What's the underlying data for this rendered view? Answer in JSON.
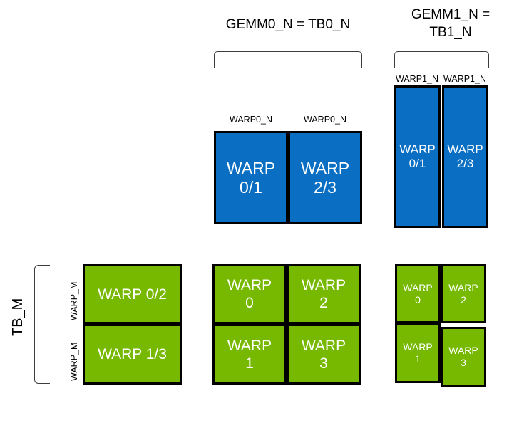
{
  "diagram": {
    "title_gemm0": "GEMM0_N = TB0_N",
    "title_gemm1_line1": "GEMM1_N =",
    "title_gemm1_line2": "TB1_N",
    "tb_m_label": "TB_M",
    "warp_m_label_top": "WARP_M",
    "warp_m_label_bottom": "WARP_M",
    "warp0_n_label_left": "WARP0_N",
    "warp0_n_label_right": "WARP0_N",
    "warp1_n_label_left": "WARP1_N",
    "warp1_n_label_right": "WARP1_N",
    "blue_gemm0": [
      {
        "line1": "WARP",
        "line2": "0/1"
      },
      {
        "line1": "WARP",
        "line2": "2/3"
      }
    ],
    "blue_gemm1": [
      {
        "line1": "WARP",
        "line2": "0/1"
      },
      {
        "line1": "WARP",
        "line2": "2/3"
      }
    ],
    "green_left": [
      {
        "text": "WARP 0/2"
      },
      {
        "text": "WARP 1/3"
      }
    ],
    "green_middle": [
      {
        "line1": "WARP",
        "line2": "0"
      },
      {
        "line1": "WARP",
        "line2": "2"
      },
      {
        "line1": "WARP",
        "line2": "1"
      },
      {
        "line1": "WARP",
        "line2": "3"
      }
    ],
    "green_right": [
      {
        "line1": "WARP",
        "line2": "0"
      },
      {
        "line1": "WARP",
        "line2": "2"
      },
      {
        "line1": "WARP",
        "line2": "1"
      },
      {
        "line1": "WARP",
        "line2": "3"
      }
    ],
    "colors": {
      "blue": "#0a6fc2",
      "green": "#76b900",
      "border": "#000000",
      "bracket": "#3d3d3d",
      "text_on_fill": "#ffffff",
      "background": "#ffffff"
    }
  }
}
